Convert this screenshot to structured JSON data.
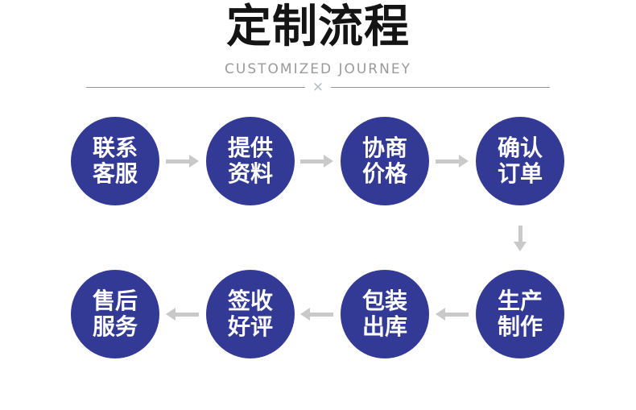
{
  "header": {
    "title": "定制流程",
    "subtitle": "CUSTOMIZED JOURNEY",
    "divider_symbol": "×"
  },
  "colors": {
    "circle": "#333a95",
    "arrow": "#c9c9c9",
    "title": "#141414",
    "subtitle": "#9a9a9a",
    "divider_line": "#979797",
    "divider_x": "#b4bac2"
  },
  "steps": [
    {
      "line1": "联系",
      "line2": "客服"
    },
    {
      "line1": "提供",
      "line2": "资料"
    },
    {
      "line1": "协商",
      "line2": "价格"
    },
    {
      "line1": "确认",
      "line2": "订单"
    },
    {
      "line1": "生产",
      "line2": "制作"
    },
    {
      "line1": "包装",
      "line2": "出库"
    },
    {
      "line1": "签收",
      "line2": "好评"
    },
    {
      "line1": "售后",
      "line2": "服务"
    }
  ]
}
